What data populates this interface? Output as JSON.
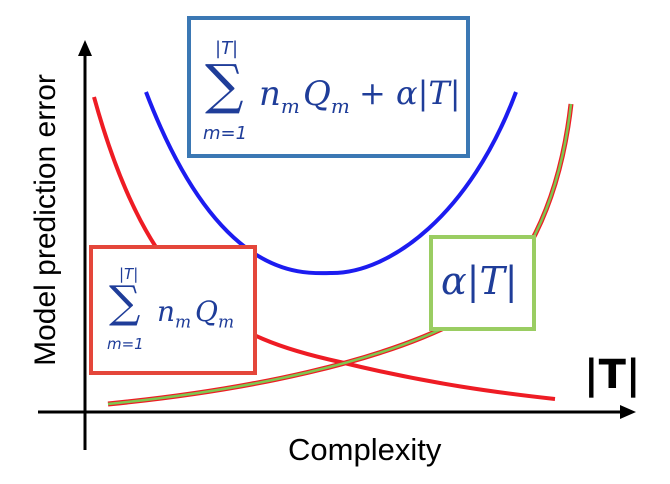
{
  "axes": {
    "y_label": "Model prediction error",
    "x_label": "Complexity",
    "complexity_symbol": "|T|"
  },
  "formulas": {
    "total": {
      "sum_symbol": "∑",
      "upper_limit": "|T|",
      "lower_limit": "m=1",
      "body": "n",
      "body_sub": "m",
      "body2": "Q",
      "body2_sub": "m",
      "penalty": "+ α|T|"
    },
    "training_error": {
      "sum_symbol": "∑",
      "upper_limit": "|T|",
      "lower_limit": "m=1",
      "body": "n",
      "body_sub": "m",
      "body2": "Q",
      "body2_sub": "m"
    },
    "penalty": {
      "text": "α|T|"
    }
  },
  "colors": {
    "axis": "#000000",
    "total_curve": "#1c1cf0",
    "total_box": "#3b78b4",
    "error_curve": "#ee1c24",
    "error_box": "#e4463a",
    "penalty_curve_outer": "#ee1c24",
    "penalty_curve_inner": "#7ec850",
    "penalty_box": "#9acd62",
    "formula_text": "#1f3d99"
  }
}
